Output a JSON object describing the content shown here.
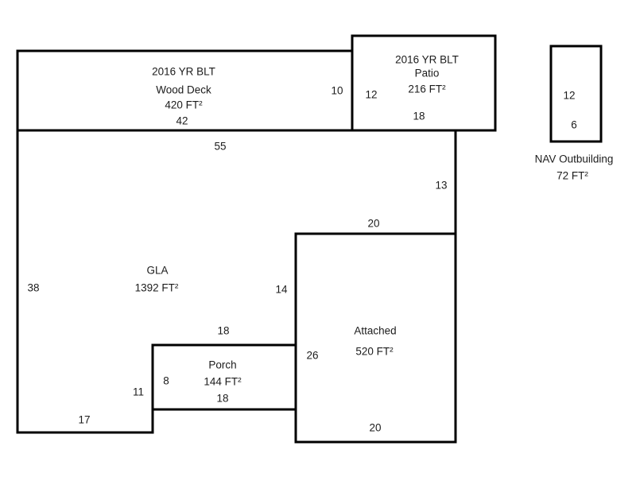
{
  "diagram_type": "property-floorplan-sketch",
  "colors": {
    "background": "#ffffff",
    "line": "#000000",
    "text": "#1c1c1c"
  },
  "areas": {
    "wood_deck": {
      "year": "2016 YR BLT",
      "label": "Wood Deck",
      "area": "420 FT²",
      "dim_width": "42",
      "dim_height": "10"
    },
    "patio": {
      "year": "2016 YR BLT",
      "label": "Patio",
      "area": "216 FT²",
      "dim_width": "18",
      "dim_height": "12"
    },
    "gla": {
      "label": "GLA",
      "area": "1392 FT²",
      "dim_top": "55",
      "dim_left": "38",
      "dim_right": "13",
      "dim_notch_top": "20",
      "dim_notch_side": "14",
      "dim_porch_top": "18",
      "dim_step_side": "11",
      "dim_bottom": "17"
    },
    "porch": {
      "label": "Porch",
      "area": "144 FT²",
      "dim_height": "8",
      "dim_bottom": "18"
    },
    "attached": {
      "label": "Attached",
      "area": "520 FT²",
      "dim_height": "26",
      "dim_bottom": "20"
    },
    "outbuilding": {
      "label": "NAV Outbuilding",
      "area": "72 FT²",
      "dim_height": "12",
      "dim_width": "6"
    }
  }
}
